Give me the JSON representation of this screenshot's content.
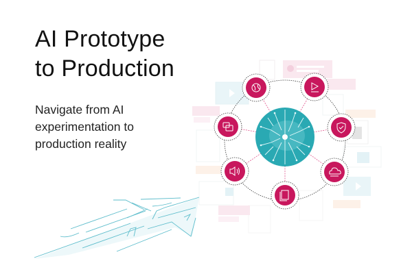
{
  "hero": {
    "title_line1": "AI Prototype",
    "title_line2": "to Production",
    "subtitle_line1": "Navigate from AI",
    "subtitle_line2": "experimentation to",
    "subtitle_line3": "production reality"
  },
  "illustration": {
    "hub": {
      "label": "ai-circuit-brain",
      "color": "#2aa9b3"
    },
    "node_color": "#c8175d",
    "nodes": [
      {
        "icon": "globe-icon"
      },
      {
        "icon": "play-icon"
      },
      {
        "icon": "shield-check-icon"
      },
      {
        "icon": "cloud-icon"
      },
      {
        "icon": "document-icon"
      },
      {
        "icon": "speaker-icon"
      },
      {
        "icon": "chat-bubbles-icon"
      }
    ],
    "arrow_color": "#5bbccb"
  }
}
